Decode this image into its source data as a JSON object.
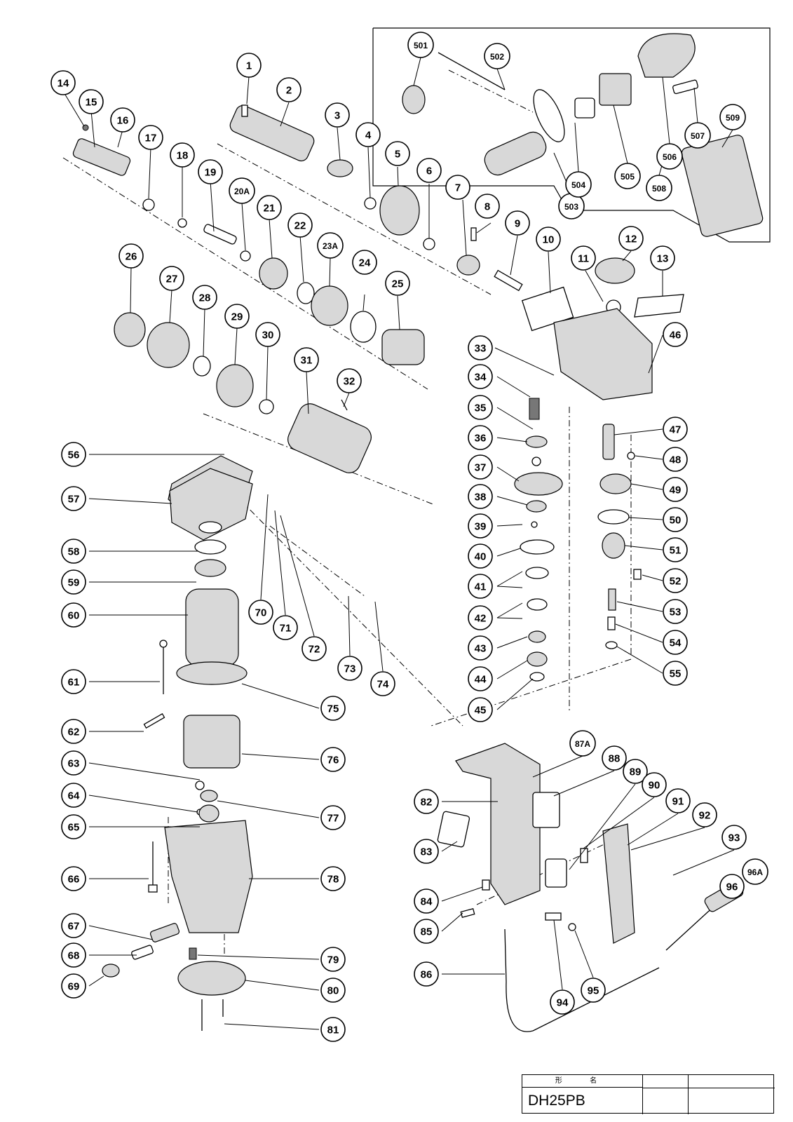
{
  "callouts": [
    "1",
    "2",
    "3",
    "4",
    "5",
    "6",
    "7",
    "8",
    "9",
    "10",
    "11",
    "12",
    "13",
    "14",
    "15",
    "16",
    "17",
    "18",
    "19",
    "20A",
    "21",
    "22",
    "23A",
    "24",
    "25",
    "26",
    "27",
    "28",
    "29",
    "30",
    "31",
    "32",
    "33",
    "34",
    "35",
    "36",
    "37",
    "38",
    "39",
    "40",
    "41",
    "42",
    "43",
    "44",
    "45",
    "46",
    "47",
    "48",
    "49",
    "50",
    "51",
    "52",
    "53",
    "54",
    "55",
    "56",
    "57",
    "58",
    "59",
    "60",
    "61",
    "62",
    "63",
    "64",
    "65",
    "66",
    "67",
    "68",
    "69",
    "70",
    "71",
    "72",
    "73",
    "74",
    "75",
    "76",
    "77",
    "78",
    "79",
    "80",
    "81",
    "82",
    "83",
    "84",
    "85",
    "86",
    "87A",
    "88",
    "89",
    "90",
    "91",
    "92",
    "93",
    "94",
    "95",
    "96",
    "96A",
    "501",
    "502",
    "503",
    "504",
    "505",
    "506",
    "507",
    "508",
    "509"
  ],
  "title_block": {
    "header": "形 名",
    "model": "DH25PB"
  }
}
